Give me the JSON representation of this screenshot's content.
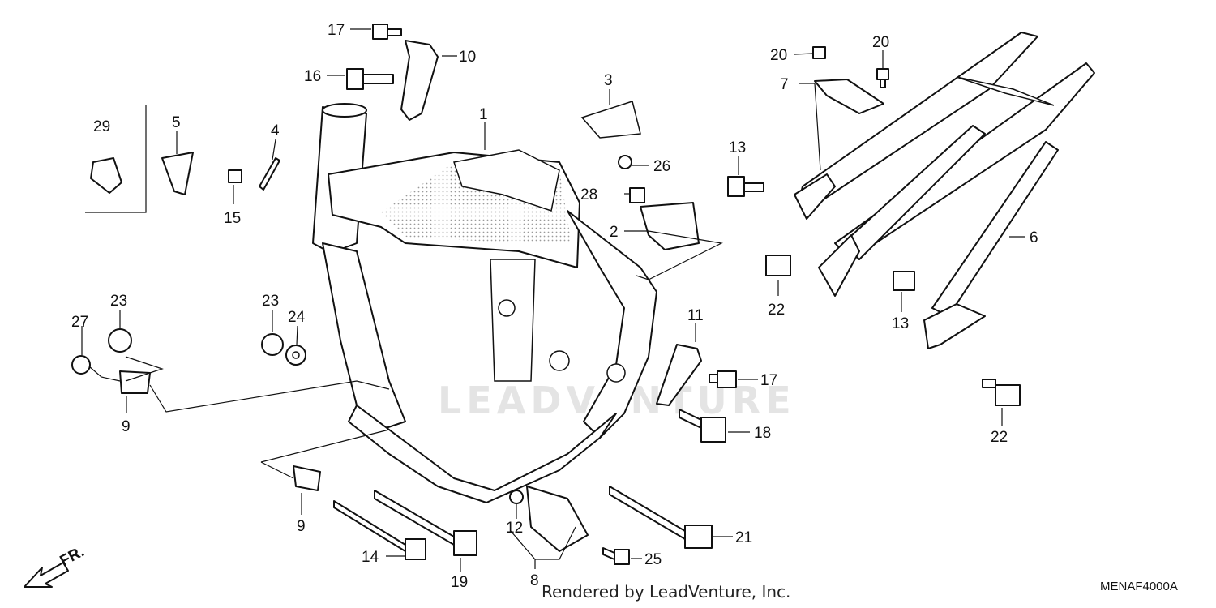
{
  "diagram": {
    "code": "MENAF4000A",
    "credit": "Rendered by LeadVenture, Inc.",
    "direction_label": "FR.",
    "watermark": "LEADVENTURE",
    "colors": {
      "ink": "#111111",
      "stipple": "#9a9a9a",
      "watermark": "#e4e4e4"
    }
  },
  "callouts": [
    {
      "id": "c17a",
      "text": "17"
    },
    {
      "id": "c10",
      "text": "10"
    },
    {
      "id": "c16",
      "text": "16"
    },
    {
      "id": "c3",
      "text": "3"
    },
    {
      "id": "c1",
      "text": "1"
    },
    {
      "id": "c29",
      "text": "29"
    },
    {
      "id": "c5",
      "text": "5"
    },
    {
      "id": "c4",
      "text": "4"
    },
    {
      "id": "c15",
      "text": "15"
    },
    {
      "id": "c26",
      "text": "26"
    },
    {
      "id": "c28",
      "text": "28"
    },
    {
      "id": "c2",
      "text": "2"
    },
    {
      "id": "c20a",
      "text": "20"
    },
    {
      "id": "c20b",
      "text": "20"
    },
    {
      "id": "c7",
      "text": "7"
    },
    {
      "id": "c13a",
      "text": "13"
    },
    {
      "id": "c6",
      "text": "6"
    },
    {
      "id": "c22a",
      "text": "22"
    },
    {
      "id": "c13b",
      "text": "13"
    },
    {
      "id": "c23a",
      "text": "23"
    },
    {
      "id": "c27",
      "text": "27"
    },
    {
      "id": "c23b",
      "text": "23"
    },
    {
      "id": "c24",
      "text": "24"
    },
    {
      "id": "c9a",
      "text": "9"
    },
    {
      "id": "c11",
      "text": "11"
    },
    {
      "id": "c17b",
      "text": "17"
    },
    {
      "id": "c18",
      "text": "18"
    },
    {
      "id": "c22b",
      "text": "22"
    },
    {
      "id": "c9b",
      "text": "9"
    },
    {
      "id": "c12",
      "text": "12"
    },
    {
      "id": "c21",
      "text": "21"
    },
    {
      "id": "c14",
      "text": "14"
    },
    {
      "id": "c19",
      "text": "19"
    },
    {
      "id": "c25",
      "text": "25"
    },
    {
      "id": "c8",
      "text": "8"
    }
  ]
}
